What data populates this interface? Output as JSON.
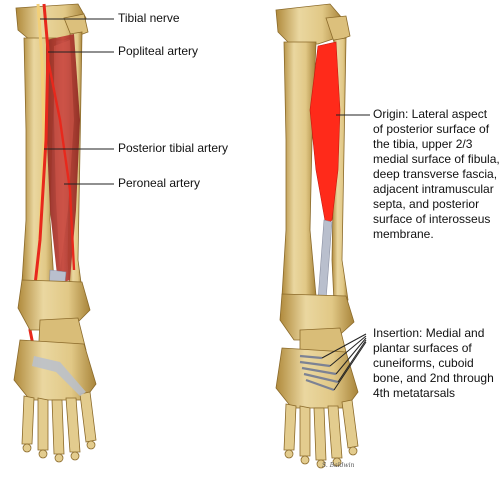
{
  "labels": {
    "tibial_nerve": "Tibial nerve",
    "popliteal_artery": "Popliteal artery",
    "posterior_tibial_artery": "Posterior tibial artery",
    "peroneal_artery": "Peroneal artery",
    "origin": "Origin: Lateral aspect\nof posterior surface of\nthe tibia, upper 2/3\nmedial surface of fibula,\ndeep transverse fascia,\nadjacent intramuscular\nsepta, and posterior\nsurface of interosseus\nmembrane.",
    "insertion": "Insertion: Medial and\nplantar surfaces of\ncuneiforms, cuboid\nbone, and 2nd through\n4th metatarsals"
  },
  "signature": "S. Baldwin",
  "colors": {
    "bone": "#e8d49a",
    "bone_shade": "#b79448",
    "muscle": "#b8322a",
    "muscle_highlight": "#ff2a1a",
    "artery": "#e8281c",
    "nerve": "#f2cf78",
    "tendon": "#aeb4c4"
  }
}
